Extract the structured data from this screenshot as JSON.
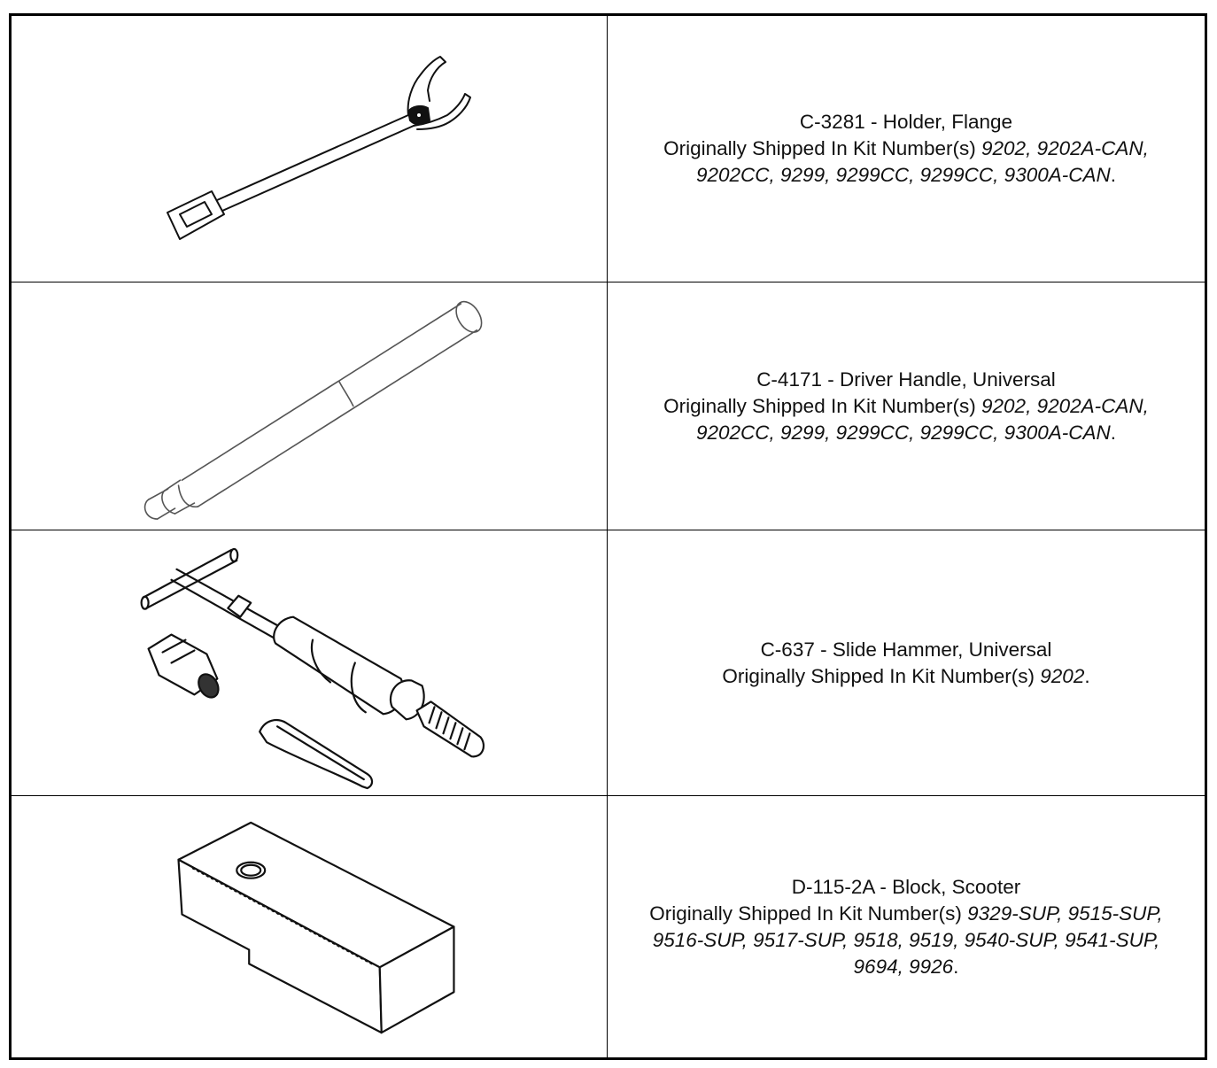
{
  "tools": [
    {
      "title": "C-3281 - Holder, Flange",
      "kit_prefix": "Originally Shipped In Kit Number(s)",
      "kits_line1": "9202, 9202A-CAN,",
      "kits_line2": "9202CC, 9299, 9299CC, 9299CC, 9300A-CAN",
      "kits_line3": "",
      "image_icon": "flange-holder-drawing"
    },
    {
      "title": "C-4171 - Driver Handle, Universal",
      "kit_prefix": "Originally Shipped In Kit Number(s)",
      "kits_line1": "9202, 9202A-CAN,",
      "kits_line2": "9202CC, 9299, 9299CC, 9299CC, 9300A-CAN",
      "kits_line3": "",
      "image_icon": "driver-handle-drawing"
    },
    {
      "title": "C-637 - Slide Hammer, Universal",
      "kit_prefix": "Originally Shipped In Kit Number(s)",
      "kits_line1": "9202",
      "kits_line2": "",
      "kits_line3": "",
      "image_icon": "slide-hammer-drawing"
    },
    {
      "title": "D-115-2A - Block, Scooter",
      "kit_prefix": "Originally Shipped In Kit Number(s)",
      "kits_line1": "9329-SUP, 9515-SUP,",
      "kits_line2": "9516-SUP, 9517-SUP, 9518, 9519, 9540-SUP, 9541-SUP,",
      "kits_line3": "9694, 9926",
      "image_icon": "scooter-block-drawing"
    }
  ]
}
